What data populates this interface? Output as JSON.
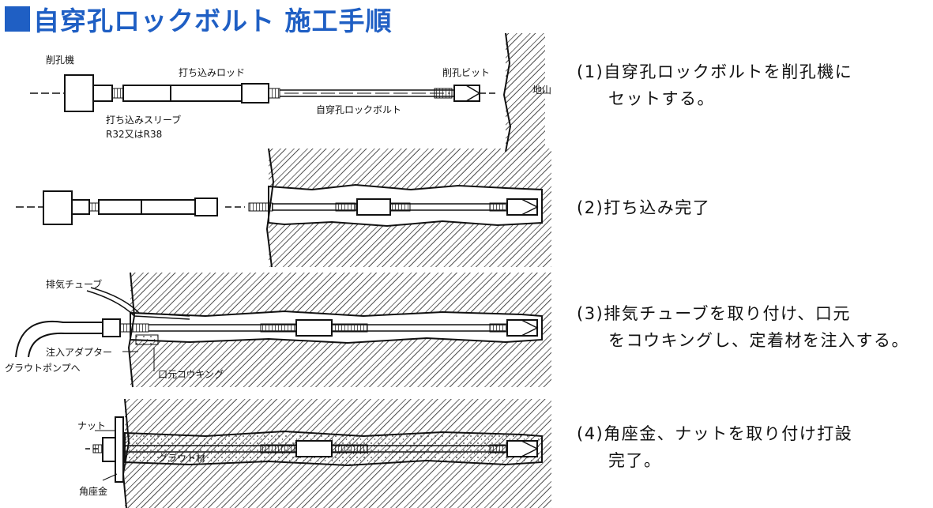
{
  "title": "自穿孔ロックボルト 施工手順",
  "colors": {
    "title": "#1f5fc4",
    "ink": "#111111"
  },
  "labels": {
    "drill_machine": "削孔機",
    "drive_rod": "打ち込みロッド",
    "drill_bit": "削孔ビット",
    "ground": "地山",
    "bolt": "自穿孔ロックボルト",
    "drive_sleeve": "打ち込みスリーブ",
    "sleeve_spec": "R32又はR38",
    "exhaust_tube": "排気チューブ",
    "injection_adapter": "注入アダプター",
    "to_grout_pump": "グラウトポンプへ",
    "mouth_caulking": "口元コウキング",
    "nut": "ナット",
    "grout_material": "グラウト材",
    "square_washer": "角座金"
  },
  "steps": [
    {
      "line1": "(1)自穿孔ロックボルトを削孔機に",
      "line2": "セットする。"
    },
    {
      "line1": "(2)打ち込み完了",
      "line2": ""
    },
    {
      "line1": "(3)排気チューブを取り付け、口元",
      "line2": "をコウキングし、定着材を注入する。"
    },
    {
      "line1": "(4)角座金、ナットを取り付け打設",
      "line2": "完了。"
    }
  ]
}
